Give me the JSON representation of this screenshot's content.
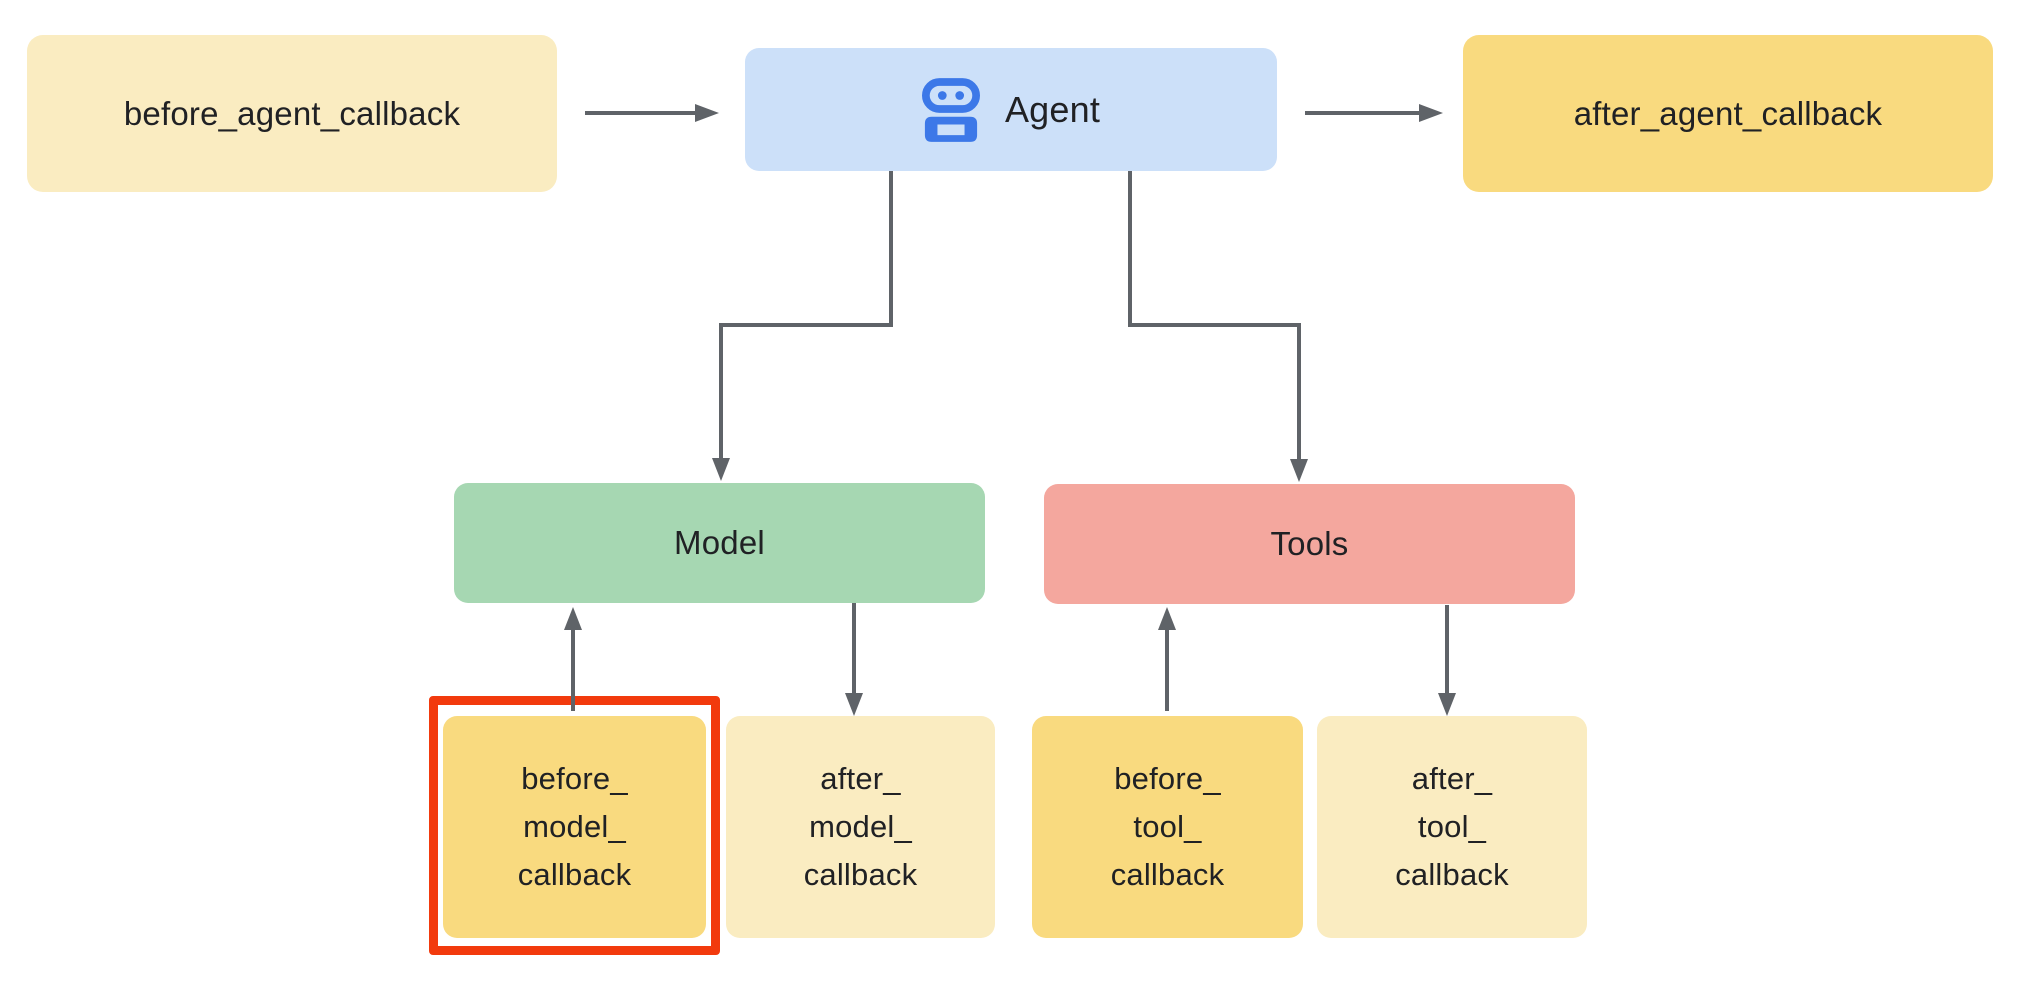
{
  "diagram": {
    "description": "Agent callbacks flow diagram",
    "colors": {
      "agent_box_blue": "#CCE0F9",
      "robot_icon_blue": "#3C78E8",
      "light_yellow_box": "#FAECC1",
      "dark_yellow_box": "#F9DA7F",
      "model_box_green": "#A6D7B2",
      "tools_box_salmon": "#F4A79E",
      "arrow_gray": "#5F6368",
      "highlight_red": "#F23A0D",
      "text": "#202124"
    },
    "nodes": {
      "before_agent_callback": {
        "label": "before_agent_callback"
      },
      "agent": {
        "label": "Agent",
        "icon": "robot-icon"
      },
      "after_agent_callback": {
        "label": "after_agent_callback"
      },
      "model": {
        "label": "Model"
      },
      "tools": {
        "label": "Tools"
      },
      "before_model_callback": {
        "lines": [
          "before_",
          "model_",
          "callback"
        ],
        "highlighted": true
      },
      "after_model_callback": {
        "lines": [
          "after_",
          "model_",
          "callback"
        ],
        "highlighted": false
      },
      "before_tool_callback": {
        "lines": [
          "before_",
          "tool_",
          "callback"
        ],
        "highlighted": false
      },
      "after_tool_callback": {
        "lines": [
          "after_",
          "tool_",
          "callback"
        ],
        "highlighted": false
      }
    },
    "connections": [
      {
        "from": "before_agent_callback",
        "to": "agent",
        "direction": "right"
      },
      {
        "from": "agent",
        "to": "after_agent_callback",
        "direction": "right"
      },
      {
        "from": "agent",
        "to": "model",
        "direction": "down"
      },
      {
        "from": "agent",
        "to": "tools",
        "direction": "down"
      },
      {
        "from": "before_model_callback",
        "to": "model",
        "direction": "up"
      },
      {
        "from": "model",
        "to": "after_model_callback",
        "direction": "down"
      },
      {
        "from": "before_tool_callback",
        "to": "tools",
        "direction": "up"
      },
      {
        "from": "tools",
        "to": "after_tool_callback",
        "direction": "down"
      }
    ]
  }
}
